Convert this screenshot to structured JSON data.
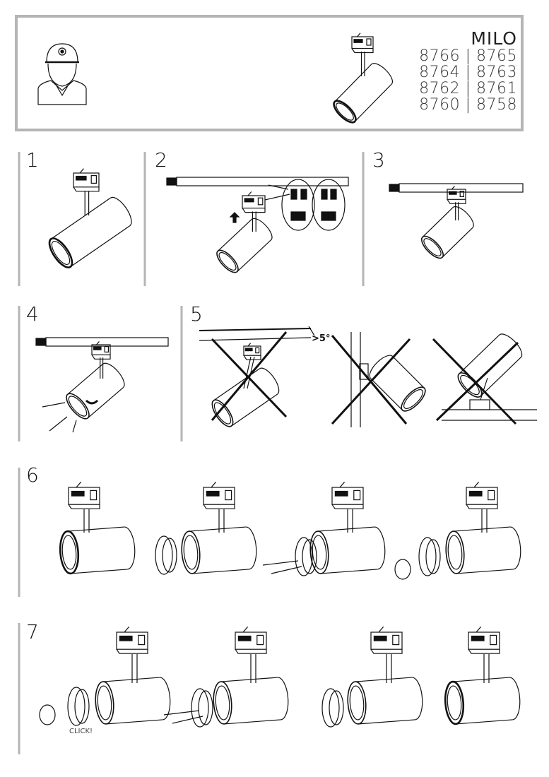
{
  "header": {
    "title": "MILO",
    "models": [
      "8766 | 8765",
      "8764 | 8763",
      "8762 | 8761",
      "8760 | 8758"
    ],
    "installer_icon": "installer-person-icon"
  },
  "steps": [
    {
      "number": "1"
    },
    {
      "number": "2"
    },
    {
      "number": "3"
    },
    {
      "number": "4"
    },
    {
      "number": "5",
      "angle_label": ">5°"
    },
    {
      "number": "6"
    },
    {
      "number": "7",
      "click_label": "CLICK!"
    }
  ],
  "colors": {
    "frame": "#b5b5b5",
    "ink": "#111111"
  }
}
